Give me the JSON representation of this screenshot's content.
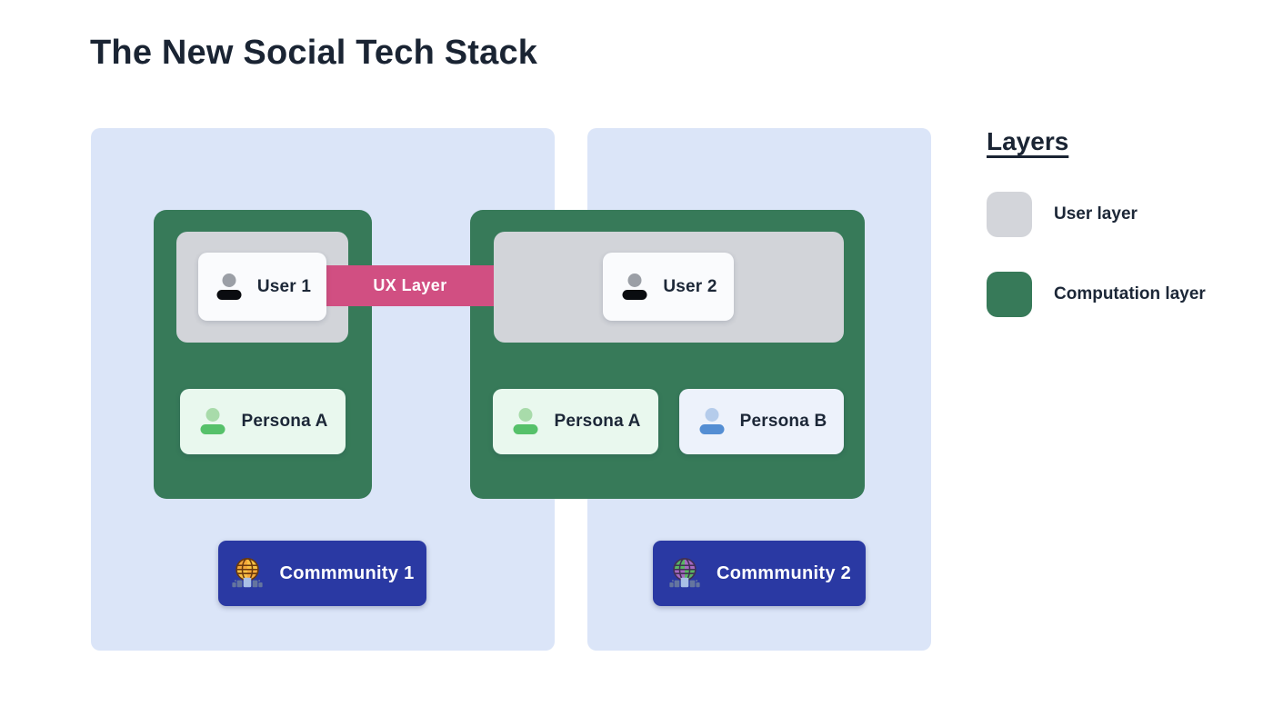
{
  "title": "The New Social Tech Stack",
  "connector": {
    "label": "UX Layer",
    "color": "#d14f82"
  },
  "communities": [
    {
      "name": "Commmunity 1",
      "icon": "globe-community-icon",
      "globe_colors": {
        "base": "#f4a93a",
        "accent": "#f7c144",
        "grid": "#6b3a0e"
      },
      "users": [
        {
          "label": "User 1",
          "icon": "person-icon"
        }
      ],
      "personas": [
        {
          "label": "Persona A",
          "icon": "person-icon",
          "variant": "green"
        }
      ]
    },
    {
      "name": "Commmunity 2",
      "icon": "globe-community-icon",
      "globe_colors": {
        "base": "#5bb563",
        "accent": "#a569c1",
        "grid": "#413055"
      },
      "users": [
        {
          "label": "User 2",
          "icon": "person-icon"
        }
      ],
      "personas": [
        {
          "label": "Persona A",
          "icon": "person-icon",
          "variant": "green"
        },
        {
          "label": "Persona B",
          "icon": "person-icon",
          "variant": "blue"
        }
      ]
    }
  ],
  "legend": {
    "heading": "Layers",
    "items": [
      {
        "label": "User layer",
        "color": "#d3d5da"
      },
      {
        "label": "Computation layer",
        "color": "#377a59"
      }
    ]
  },
  "colors": {
    "background": "#ffffff",
    "community_panel": "#dbe5f8",
    "computation_box": "#377a59",
    "user_layer_box": "#d2d4d9",
    "user_card": "#fafbfd",
    "persona_green_card": "#e9f8ee",
    "persona_blue_card": "#edf2fb",
    "community_badge": "#2a39a3",
    "ux_connector": "#d14f82",
    "text_dark": "#1a2433"
  }
}
